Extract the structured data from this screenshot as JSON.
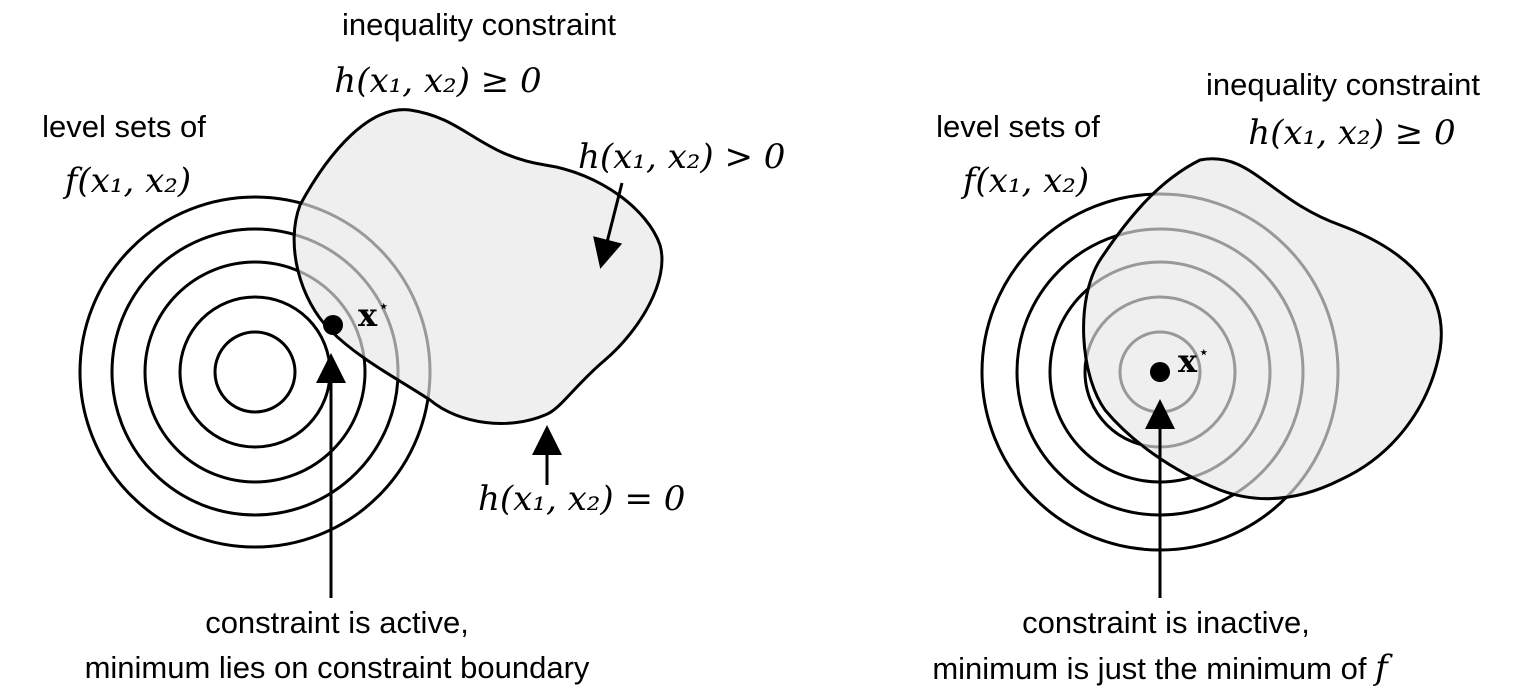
{
  "left_panel": {
    "constraint_title": "inequality constraint",
    "constraint_expr": "h(x₁, x₂) ≥ 0",
    "level_sets_label": "level sets of",
    "level_sets_expr": "f(x₁, x₂)",
    "interior_label": "h(x₁, x₂) > 0",
    "boundary_label": "h(x₁, x₂) = 0",
    "optimum_label": "x",
    "optimum_superscript": "⋆",
    "caption_line1": "constraint is active,",
    "caption_line2": "minimum lies on constraint boundary"
  },
  "right_panel": {
    "constraint_title": "inequality constraint",
    "constraint_expr": "h(x₁, x₂) ≥ 0",
    "level_sets_label": "level sets of",
    "level_sets_expr": "f(x₁, x₂)",
    "optimum_label": "x",
    "optimum_superscript": "⋆",
    "caption_line1": "constraint is inactive,",
    "caption_line2_prefix": "minimum is just the minimum of ",
    "caption_line2_symbol": "f"
  },
  "colors": {
    "region_fill": "#efefef",
    "outline": "#000000",
    "contour_inside": "#999999"
  }
}
